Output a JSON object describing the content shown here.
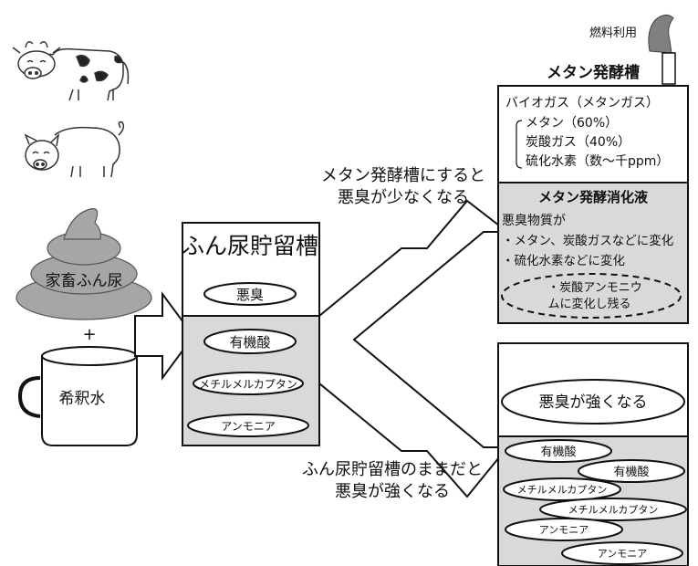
{
  "labels": {
    "fuel_use": "燃料利用",
    "fermenter_title": "メタン発酵槽",
    "biogas": "バイオガス（メタンガス）",
    "biogas_items": [
      "メタン（60%）",
      "炭酸ガス（40%）",
      "硫化水素（数～千ppm）"
    ],
    "digestate_title": "メタン発酵消化液",
    "odor_substances": "悪臭物質が",
    "digestate_items": [
      "・メタン、炭酸ガスなどに変化",
      "・硫化水素などに変化"
    ],
    "ammonium_line1": "・炭酸アンモニウ",
    "ammonium_line2": "ムに変化し残る",
    "manure": "家畜ふん尿",
    "plus": "+",
    "dilution_water": "希釈水",
    "tank_title": "ふん尿貯留槽",
    "tank_top_item": "悪臭",
    "tank_items": [
      "有機酸",
      "メチルメルカプタン",
      "アンモニア"
    ],
    "upper_caption_line1": "メタン発酵槽にすると",
    "upper_caption_line2": "悪臭が少なくなる",
    "lower_caption_line1": "ふん尿貯留槽のままだと",
    "lower_caption_line2": "悪臭が強くなる",
    "strong_odor": "悪臭が強くなる",
    "right_bottom_items": [
      "有機酸",
      "有機酸",
      "メチルメルカプタン",
      "メチルメルカプタン",
      "アンモニア",
      "アンモニア"
    ]
  },
  "colors": {
    "stroke": "#111111",
    "gray_fill": "#d9d9d9",
    "manure_fill": "#a6a6a6",
    "smoke_fill": "#7f7f7f"
  },
  "icons": [
    "cow-icon",
    "pig-icon",
    "manure-icon",
    "mug-icon",
    "smoke-icon"
  ]
}
